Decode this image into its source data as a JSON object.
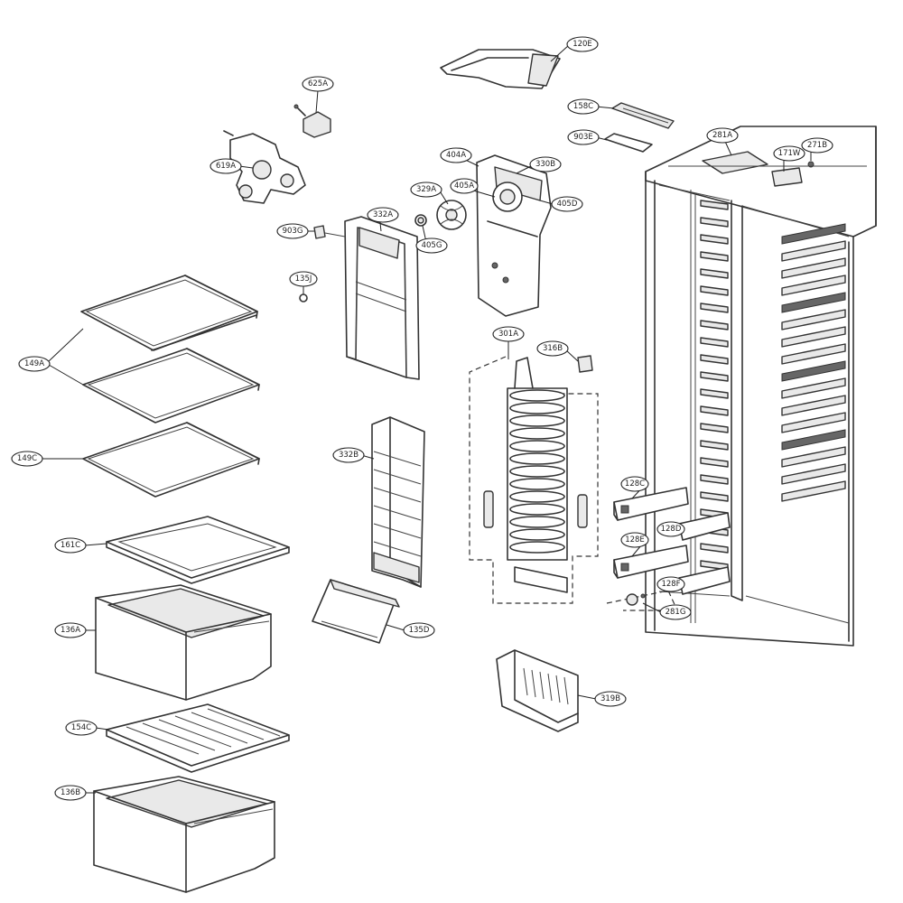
{
  "callouts": [
    {
      "id": "120E",
      "label": "120E"
    },
    {
      "id": "625A",
      "label": "625A"
    },
    {
      "id": "158C",
      "label": "158C"
    },
    {
      "id": "903E",
      "label": "903E"
    },
    {
      "id": "619A",
      "label": "619A"
    },
    {
      "id": "404A",
      "label": "404A"
    },
    {
      "id": "330B",
      "label": "330B"
    },
    {
      "id": "281A",
      "label": "281A"
    },
    {
      "id": "171W",
      "label": "171W"
    },
    {
      "id": "271B",
      "label": "271B"
    },
    {
      "id": "329A",
      "label": "329A"
    },
    {
      "id": "405A",
      "label": "405A"
    },
    {
      "id": "405D",
      "label": "405D"
    },
    {
      "id": "332A",
      "label": "332A"
    },
    {
      "id": "903G",
      "label": "903G"
    },
    {
      "id": "405G",
      "label": "405G"
    },
    {
      "id": "135J",
      "label": "135J"
    },
    {
      "id": "149A",
      "label": "149A"
    },
    {
      "id": "301A",
      "label": "301A"
    },
    {
      "id": "316B",
      "label": "316B"
    },
    {
      "id": "149C",
      "label": "149C"
    },
    {
      "id": "332B",
      "label": "332B"
    },
    {
      "id": "128C",
      "label": "128C"
    },
    {
      "id": "128D",
      "label": "128D"
    },
    {
      "id": "128E",
      "label": "128E"
    },
    {
      "id": "161C",
      "label": "161C"
    },
    {
      "id": "128F",
      "label": "128F"
    },
    {
      "id": "281G",
      "label": "281G"
    },
    {
      "id": "136A",
      "label": "136A"
    },
    {
      "id": "135D",
      "label": "135D"
    },
    {
      "id": "319B",
      "label": "319B"
    },
    {
      "id": "154C",
      "label": "154C"
    },
    {
      "id": "136B",
      "label": "136B"
    }
  ]
}
